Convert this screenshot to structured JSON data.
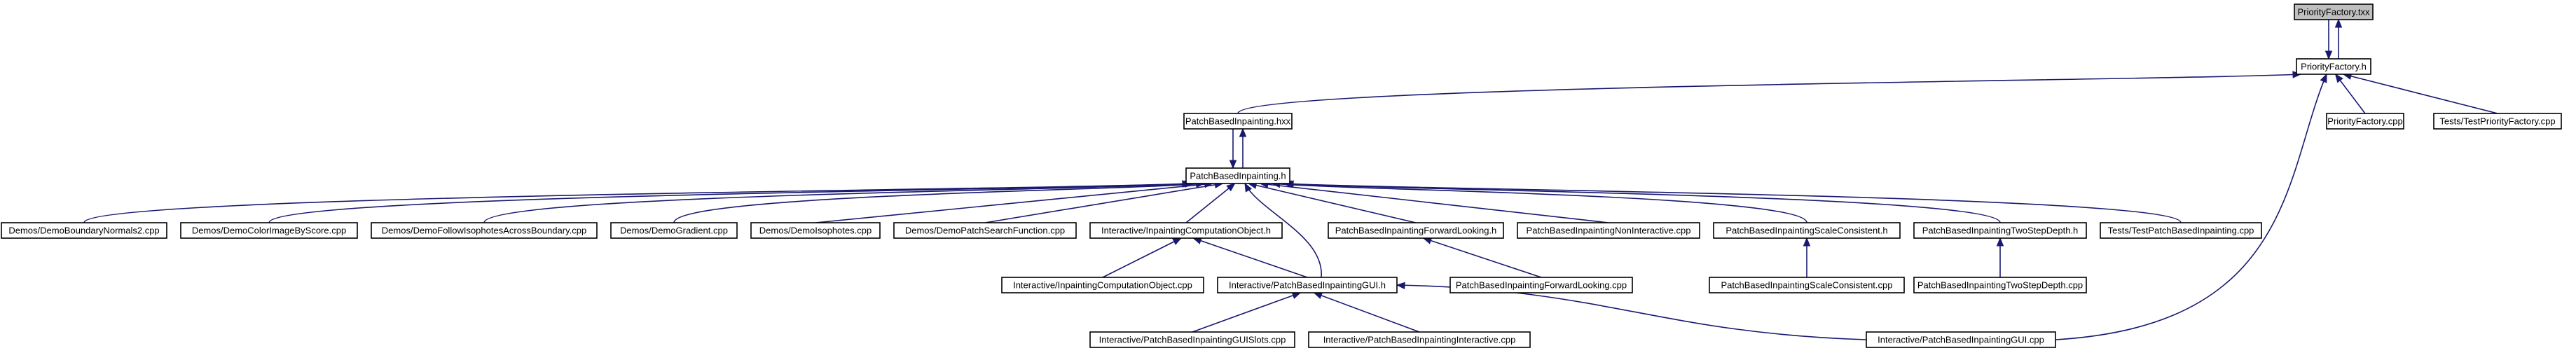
{
  "diagram": {
    "nodes": [
      {
        "id": "pf_txx",
        "label": "PriorityFactory.txx",
        "root": true
      },
      {
        "id": "pf_h",
        "label": "PriorityFactory.h"
      },
      {
        "id": "pf_cpp",
        "label": "PriorityFactory.cpp"
      },
      {
        "id": "test_pf",
        "label": "Tests/TestPriorityFactory.cpp"
      },
      {
        "id": "pbi_hxx",
        "label": "PatchBasedInpainting.hxx"
      },
      {
        "id": "pbi_h",
        "label": "PatchBasedInpainting.h"
      },
      {
        "id": "demo_bn2",
        "label": "Demos/DemoBoundaryNormals2.cpp"
      },
      {
        "id": "demo_color",
        "label": "Demos/DemoColorImageByScore.cpp"
      },
      {
        "id": "demo_follow",
        "label": "Demos/DemoFollowIsophotesAcrossBoundary.cpp"
      },
      {
        "id": "demo_grad",
        "label": "Demos/DemoGradient.cpp"
      },
      {
        "id": "demo_iso",
        "label": "Demos/DemoIsophotes.cpp"
      },
      {
        "id": "demo_psf",
        "label": "Demos/DemoPatchSearchFunction.cpp"
      },
      {
        "id": "ico_h",
        "label": "Interactive/InpaintingComputationObject.h"
      },
      {
        "id": "pbi_fl_h",
        "label": "PatchBasedInpaintingForwardLooking.h"
      },
      {
        "id": "pbi_ni",
        "label": "PatchBasedInpaintingNonInteractive.cpp"
      },
      {
        "id": "pbi_sc_h",
        "label": "PatchBasedInpaintingScaleConsistent.h"
      },
      {
        "id": "pbi_tsd_h",
        "label": "PatchBasedInpaintingTwoStepDepth.h"
      },
      {
        "id": "test_pbi",
        "label": "Tests/TestPatchBasedInpainting.cpp"
      },
      {
        "id": "ico_cpp",
        "label": "Interactive/InpaintingComputationObject.cpp"
      },
      {
        "id": "gui_h",
        "label": "Interactive/PatchBasedInpaintingGUI.h"
      },
      {
        "id": "pbi_fl_cpp",
        "label": "PatchBasedInpaintingForwardLooking.cpp"
      },
      {
        "id": "pbi_sc_cpp",
        "label": "PatchBasedInpaintingScaleConsistent.cpp"
      },
      {
        "id": "pbi_tsd_cpp",
        "label": "PatchBasedInpaintingTwoStepDepth.cpp"
      },
      {
        "id": "gui_slots",
        "label": "Interactive/PatchBasedInpaintingGUISlots.cpp"
      },
      {
        "id": "pbi_interactive",
        "label": "Interactive/PatchBasedInpaintingInteractive.cpp"
      },
      {
        "id": "gui_cpp",
        "label": "Interactive/PatchBasedInpaintingGUI.cpp"
      }
    ],
    "edges": [
      [
        "pf_txx",
        "pf_h"
      ],
      [
        "pf_h",
        "pf_txx"
      ],
      [
        "pf_h",
        "pbi_hxx"
      ],
      [
        "pf_h",
        "pf_cpp"
      ],
      [
        "pf_h",
        "test_pf"
      ],
      [
        "pf_h",
        "gui_cpp"
      ],
      [
        "pbi_hxx",
        "pbi_h"
      ],
      [
        "pbi_h",
        "pbi_hxx"
      ],
      [
        "pbi_h",
        "demo_bn2"
      ],
      [
        "pbi_h",
        "demo_color"
      ],
      [
        "pbi_h",
        "demo_follow"
      ],
      [
        "pbi_h",
        "demo_grad"
      ],
      [
        "pbi_h",
        "demo_iso"
      ],
      [
        "pbi_h",
        "demo_psf"
      ],
      [
        "pbi_h",
        "ico_h"
      ],
      [
        "pbi_h",
        "gui_h"
      ],
      [
        "pbi_h",
        "pbi_fl_h"
      ],
      [
        "pbi_h",
        "pbi_ni"
      ],
      [
        "pbi_h",
        "pbi_sc_h"
      ],
      [
        "pbi_h",
        "pbi_tsd_h"
      ],
      [
        "pbi_h",
        "test_pbi"
      ],
      [
        "ico_h",
        "ico_cpp"
      ],
      [
        "ico_h",
        "gui_h"
      ],
      [
        "pbi_fl_h",
        "pbi_fl_cpp"
      ],
      [
        "pbi_sc_h",
        "pbi_sc_cpp"
      ],
      [
        "pbi_tsd_h",
        "pbi_tsd_cpp"
      ],
      [
        "gui_h",
        "gui_slots"
      ],
      [
        "gui_h",
        "pbi_interactive"
      ],
      [
        "gui_h",
        "gui_cpp"
      ]
    ]
  }
}
